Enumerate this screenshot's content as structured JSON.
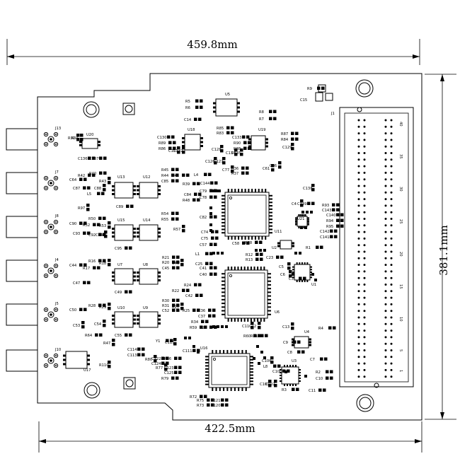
{
  "dimensions": {
    "top_width": "459.8mm",
    "bottom_width": "422.5mm",
    "height": "381.1mm"
  },
  "connectors_left": [
    "J13",
    "J7",
    "J8",
    "J4",
    "J5",
    "J10"
  ],
  "header_label": "J1",
  "header_numbers": [
    "40",
    "35",
    "30",
    "25",
    "20",
    "15",
    "10",
    "5",
    "1"
  ],
  "ics": {
    "u5": "U5",
    "u20": "U20",
    "u13": "U13",
    "u12": "U12",
    "u15": "U15",
    "u14": "U14",
    "u7": "U7",
    "u8": "U8",
    "u10": "U10",
    "u9": "U9",
    "u17": "U17",
    "u18": "U18",
    "u19": "U19",
    "u16": "U16",
    "u6": "U6",
    "u1": "U1",
    "u2": "U2",
    "u11": "U11",
    "u21": "U21",
    "u3": "U3",
    "u4": "U4"
  },
  "components": {
    "r9": "R9",
    "c15": "C15",
    "r5": "R5",
    "r6": "R6",
    "r8": "R8",
    "r7": "R7",
    "c14": "C14",
    "r85": "R85",
    "r83": "R83",
    "c130": "C130",
    "r89": "R89",
    "r86": "R86",
    "c133": "C133",
    "r90": "R90",
    "r88": "R88",
    "r87": "R87",
    "r84": "R84",
    "c128": "C128",
    "c129": "C129",
    "c131": "C131",
    "c132": "C132",
    "c126": "C126",
    "c127": "C127",
    "c134": "C134",
    "c135": "C135",
    "c77": "C77",
    "c61": "C61",
    "c56": "C56",
    "r36": "R36",
    "r37": "R37",
    "r45": "R45",
    "r44": "R44",
    "r41": "R41",
    "c85": "C85",
    "l4": "L4",
    "c144": "C144",
    "r39": "R39",
    "r48": "R48",
    "c79": "C79",
    "c78": "C78",
    "c84": "C84",
    "c89": "C89",
    "r92": "R92",
    "r91": "R91",
    "c136": "C136",
    "c137": "C137",
    "c64": "C64",
    "r42": "R42",
    "r40": "R40",
    "c87": "C87",
    "r43": "R43",
    "l5": "L5",
    "c88": "C88",
    "r97": "R97",
    "c90": "C90",
    "r50": "R50",
    "r52": "R52",
    "r53": "R53",
    "c93": "C93",
    "c92": "C92",
    "c94": "C94",
    "c95": "C95",
    "r54": "R54",
    "r55": "R55",
    "r57": "R57",
    "c82": "C82",
    "c74": "C74",
    "c75": "C75",
    "c57": "C57",
    "c58": "C58",
    "r68": "R68",
    "c138": "C138",
    "c139": "C139",
    "r93": "R93",
    "c143": "C143",
    "c140": "C140",
    "r94": "R94",
    "r95": "R95",
    "c142": "C142",
    "c141": "C141",
    "r1": "R1",
    "l1": "L1",
    "c25": "C25",
    "r12": "R12",
    "r13": "R13",
    "c23": "C23",
    "c44": "C44",
    "r16": "R16",
    "c47": "C47",
    "r17": "R17",
    "r18": "R18",
    "c41": "C41",
    "c40": "C40",
    "c49": "C49",
    "r21": "R21",
    "r20": "R20",
    "c45": "C45",
    "c46": "C46",
    "r24": "R24",
    "r22": "R22",
    "c42": "C42",
    "c50": "C50",
    "r28": "R28",
    "r29": "R29",
    "c53": "C53",
    "c54": "C54",
    "c55": "C55",
    "r30": "R30",
    "r31": "R31",
    "c52": "C52",
    "r27": "R27",
    "c36": "C36",
    "c37": "C37",
    "r25": "R25",
    "r34": "R34",
    "r59": "R59",
    "c26": "C26",
    "c11a": "C11",
    "c12": "C12",
    "c13": "C13",
    "r4": "R4",
    "r60": "R60",
    "r61": "R61",
    "r64": "R64",
    "r47": "R47",
    "c114": "C114",
    "c113": "C113",
    "r110": "R110",
    "y1": "Y1",
    "c115": "C115",
    "c111": "C111",
    "r80": "R80",
    "c122": "C122",
    "c124": "C124",
    "r77": "R77",
    "r76": "R76",
    "c123": "C123",
    "c125": "C125",
    "r79": "R79",
    "r72": "R72",
    "r75": "R75",
    "r73": "R73",
    "c121": "C121",
    "c120": "C120",
    "c106": "C106",
    "c100": "C100",
    "c8": "C8",
    "l8": "L8",
    "c7": "C7",
    "r2": "R2",
    "c10": "C10",
    "r3": "R3",
    "c11": "C11",
    "c101": "C101",
    "c102": "C102",
    "c5": "C5",
    "c6": "C6",
    "c9": "C9",
    "c4": "C4",
    "c3": "C3"
  }
}
